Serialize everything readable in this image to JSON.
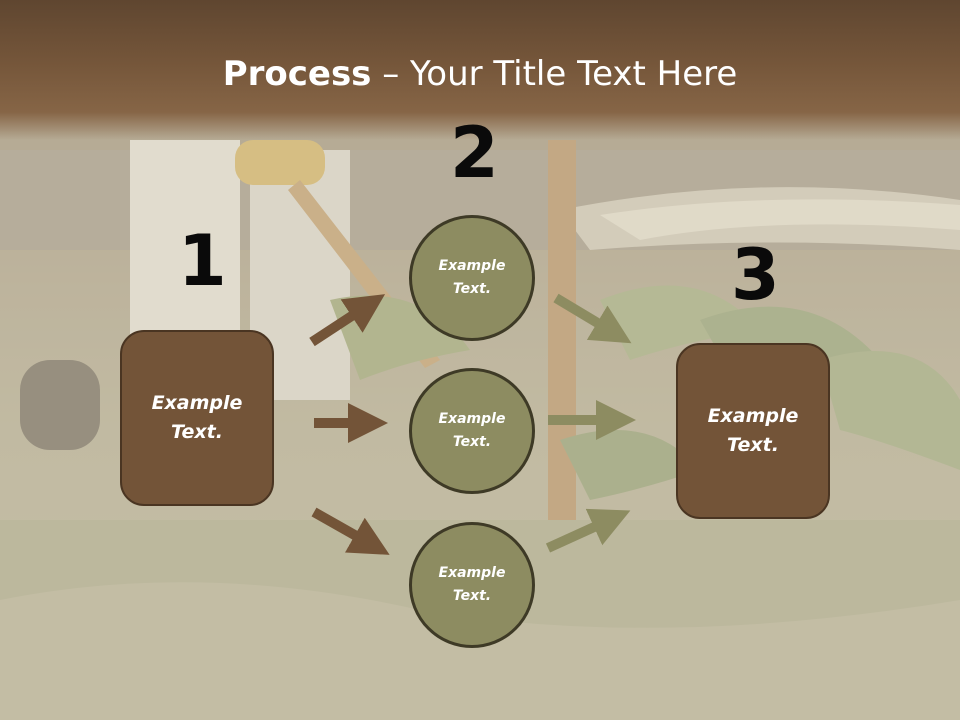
{
  "slide": {
    "title_bold": "Process",
    "title_rest": " – Your Title Text Here"
  },
  "steps": {
    "one": "1",
    "two": "2",
    "three": "3"
  },
  "left_box": {
    "text": "Example\nText."
  },
  "circles": [
    {
      "text": "Example\nText."
    },
    {
      "text": "Example\nText."
    },
    {
      "text": "Example\nText."
    }
  ],
  "right_box": {
    "text": "Example\nText."
  },
  "colors": {
    "box_brown": "#735438",
    "circle_olive": "#8d8c61",
    "arrow_brown": "#735438",
    "arrow_olive": "#8d8c61",
    "title_band": "#75563a"
  }
}
